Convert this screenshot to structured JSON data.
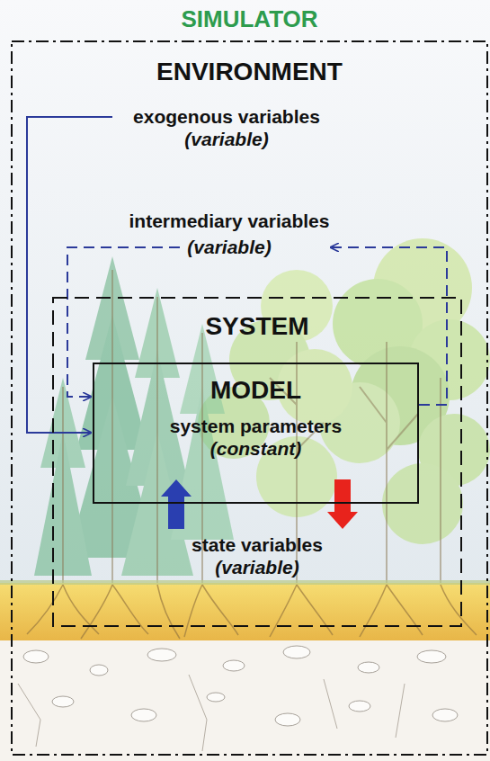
{
  "diagram": {
    "nodes": [
      {
        "text": [
          "SIMULATOR",
          "ENVIRONMENT"
        ]
      },
      {
        "text": [
          "SYSTEM"
        ],
        "in": 0
      },
      {
        "text": [
          "MODEL",
          "system parameters",
          "(constant)"
        ],
        "in": 1
      }
    ],
    "labels": [
      "exogenous variables",
      "(variable)",
      "intermediary variables",
      "(variable)",
      "state variables",
      "(variable)"
    ]
  }
}
